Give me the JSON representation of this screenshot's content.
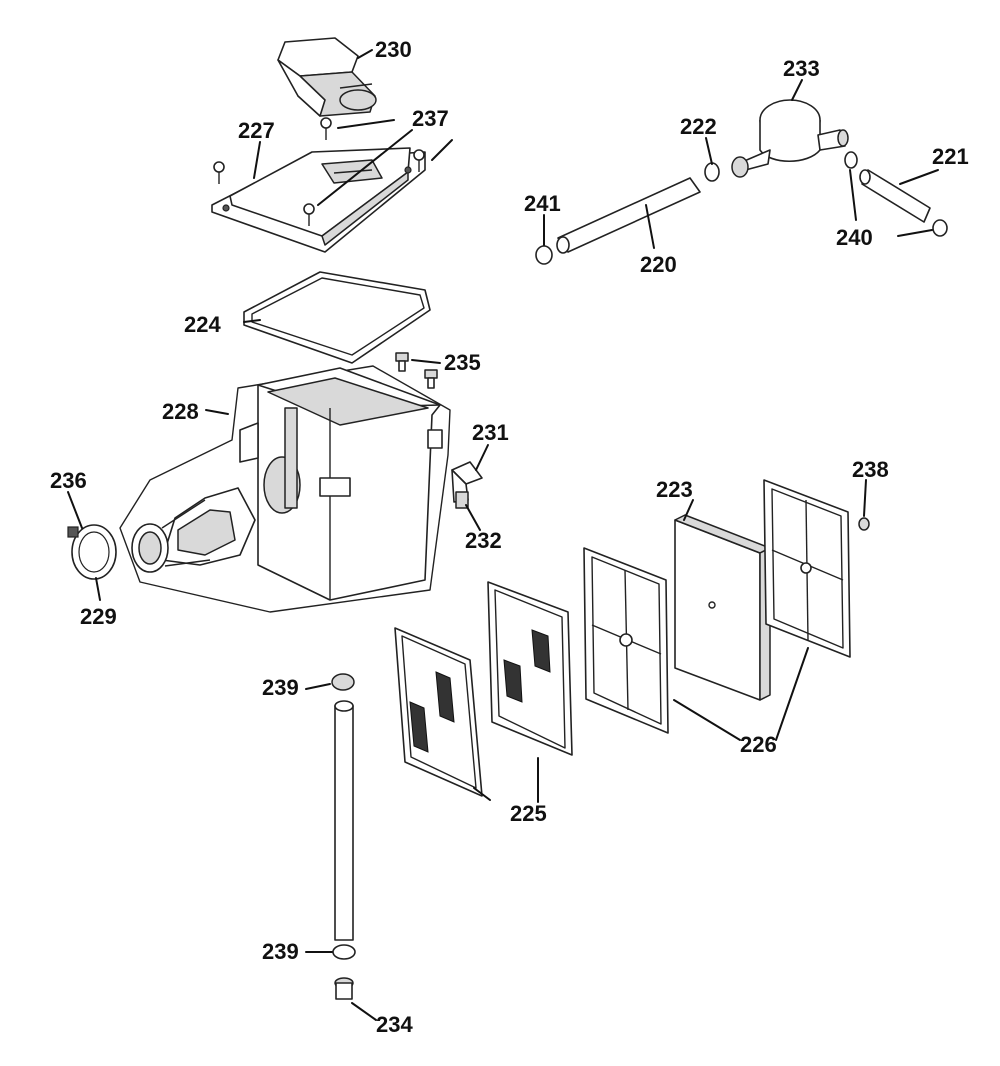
{
  "callouts": {
    "c220": "220",
    "c221": "221",
    "c222": "222",
    "c223": "223",
    "c224": "224",
    "c225": "225",
    "c226": "226",
    "c227": "227",
    "c228": "228",
    "c229": "229",
    "c230": "230",
    "c231": "231",
    "c232": "232",
    "c233": "233",
    "c234": "234",
    "c235": "235",
    "c236": "236",
    "c237": "237",
    "c238": "238",
    "c239_top": "239",
    "c239_bottom": "239",
    "c240": "240",
    "c241": "241"
  }
}
